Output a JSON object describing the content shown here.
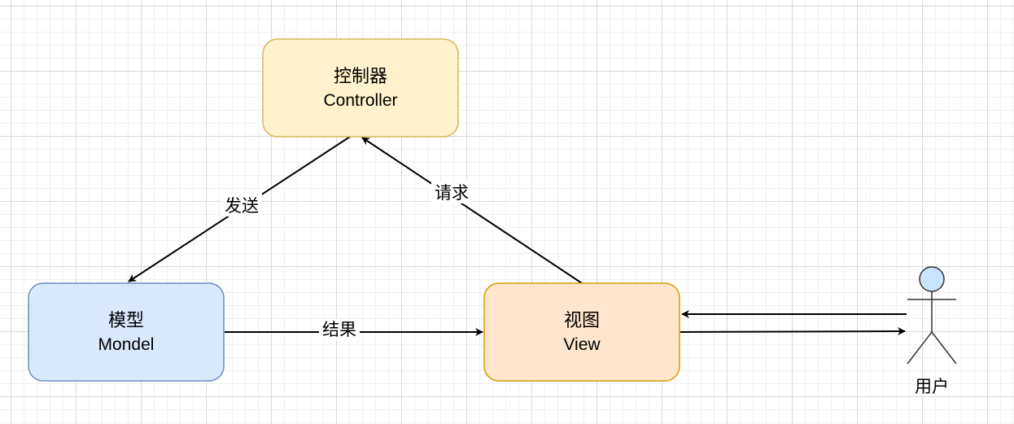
{
  "colors": {
    "controller_fill": "#fff2cc",
    "controller_stroke": "#d6b656",
    "model_fill": "#dae8fc",
    "model_stroke": "#6c8ebf",
    "view_fill": "#ffe6cc",
    "view_stroke": "#d79b00",
    "actor_fill": "#cce5ff",
    "edge": "#000000"
  },
  "nodes": {
    "controller": {
      "title": "控制器",
      "subtitle": "Controller"
    },
    "model": {
      "title": "模型",
      "subtitle": "Mondel"
    },
    "view": {
      "title": "视图",
      "subtitle": "View"
    },
    "user": {
      "label": "用户"
    }
  },
  "edges": {
    "send": {
      "label": "发送",
      "from": "controller",
      "to": "model"
    },
    "request": {
      "label": "请求",
      "from": "view",
      "to": "controller"
    },
    "result": {
      "label": "结果",
      "from": "model",
      "to": "view"
    },
    "user_to_view": {
      "from": "user",
      "to": "view"
    },
    "view_to_user": {
      "from": "view",
      "to": "user"
    }
  }
}
